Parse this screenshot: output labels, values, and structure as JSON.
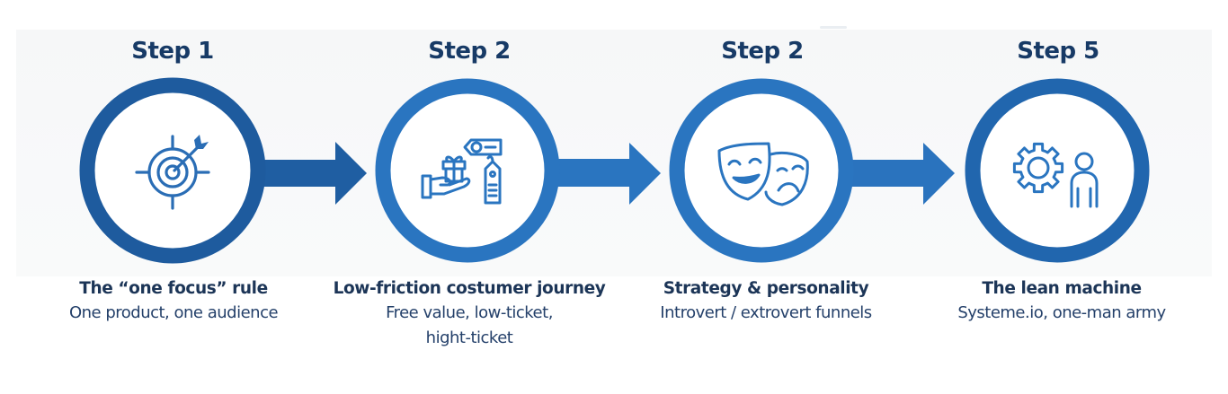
{
  "diagram": {
    "type": "process-flow",
    "colors": {
      "heading": "#173a66",
      "caption": "#1c3557",
      "panel_bg": "#f7f8f9"
    },
    "steps": [
      {
        "heading": "Step 1",
        "icon": "target-arrow-icon",
        "title": "The “one focus” rule",
        "subtitle_lines": [
          "One product, one audience"
        ],
        "ring_color": "#1e5b9e",
        "arrow_color": "#1f5ea2"
      },
      {
        "heading": "Step 2",
        "icon": "hand-gift-price-tag-icon",
        "title": "Low-friction costumer journey",
        "subtitle_lines": [
          "Free value, low-ticket,",
          "hight-ticket"
        ],
        "ring_color": "#2a75c0",
        "arrow_color": "#2a75c0"
      },
      {
        "heading": "Step 2",
        "icon": "theater-masks-icon",
        "title": "Strategy & personality",
        "subtitle_lines": [
          "Introvert / extrovert funnels"
        ],
        "ring_color": "#2a75c0",
        "arrow_color": "#2a73be"
      },
      {
        "heading": "Step 5",
        "icon": "gear-person-icon",
        "title": "The lean machine",
        "subtitle_lines": [
          "Systeme.io, one-man army"
        ],
        "ring_color": "#2166ae",
        "arrow_color": null
      }
    ]
  }
}
